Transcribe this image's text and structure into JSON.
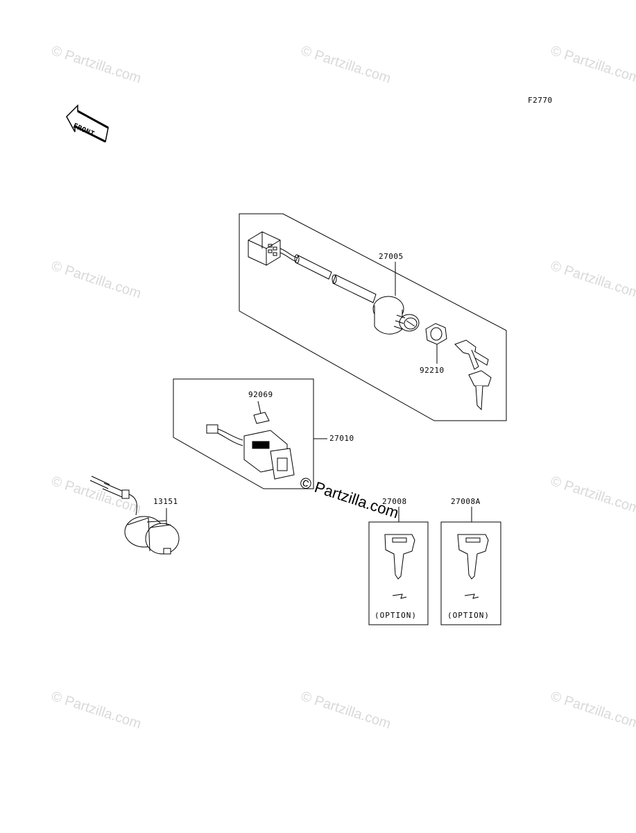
{
  "watermark": {
    "text": "© Partzilla.com"
  },
  "diagram": {
    "code": "F2770",
    "front_label": "FRONT",
    "parts": {
      "p27005": "27005",
      "p92210": "92210",
      "p92069": "92069",
      "p27010": "27010",
      "p13151": "13151",
      "p27008": "27008",
      "p27008A": "27008A"
    },
    "option_label": "(OPTION)"
  }
}
